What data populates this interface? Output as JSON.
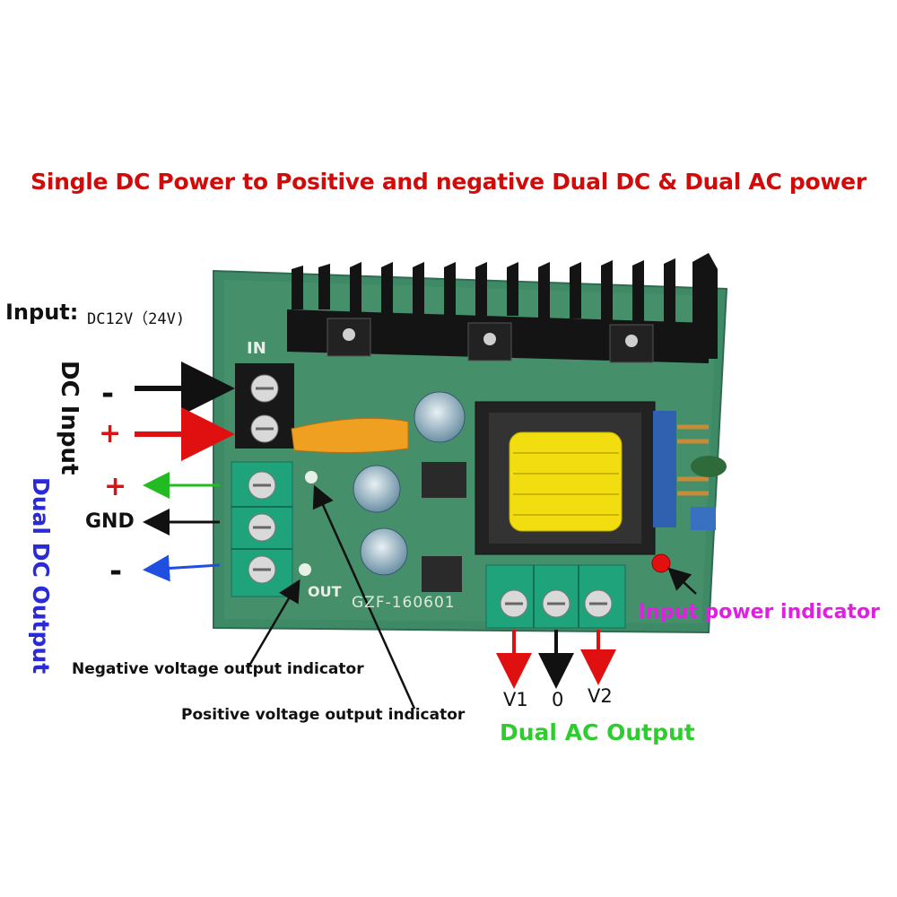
{
  "title": "Single DC Power to Positive and negative Dual DC & Dual AC power",
  "input": {
    "label": "Input:",
    "value": "DC12V（24V)"
  },
  "dc_input": {
    "label": "DC Input",
    "minus": "-",
    "plus": "+"
  },
  "dual_dc_output": {
    "label": "Dual DC Output",
    "plus": "+",
    "gnd": "GND",
    "minus": "-"
  },
  "indicators": {
    "negative": "Negative voltage output indicator",
    "positive": "Positive voltage output indicator",
    "input_power": "Input power indicator"
  },
  "ac_output": {
    "label": "Dual AC Output",
    "v1": "V1",
    "zero": "0",
    "v2": "V2"
  },
  "board": {
    "id": "GZF-160601",
    "in_mark": "IN",
    "out_mark": "OUT"
  },
  "colors": {
    "title": "#d10a0a",
    "dual_dc": "#2a2ad8",
    "ac_output": "#2ecc2e",
    "input_power": "#e020e0",
    "pcb": "#3f8a66",
    "terminal": "#1fa37a",
    "transformer": "#f2dd10"
  }
}
